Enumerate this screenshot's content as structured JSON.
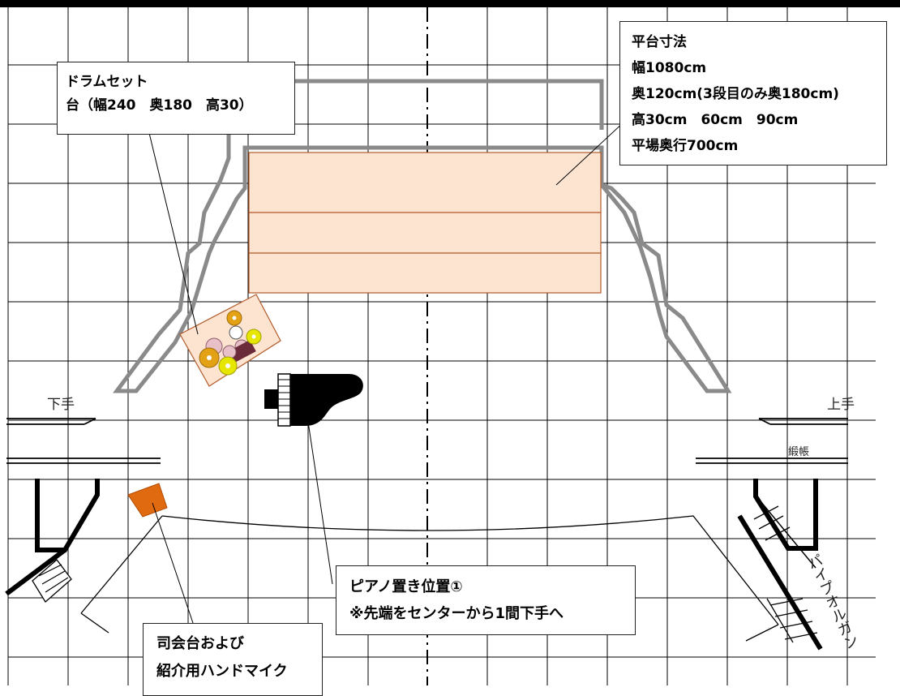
{
  "callouts": {
    "drum": {
      "title": "ドラムセット",
      "detail": "台（幅240　奥180　高30）"
    },
    "platform": {
      "title": "平台寸法",
      "width": "幅1080cm",
      "depth": "奥120cm(3段目のみ奥180cm)",
      "height": "高30cm　60cm　90cm",
      "floor": "平場奥行700cm"
    },
    "piano": {
      "title": "ピアノ置き位置①",
      "note": "※先端をセンターから1間下手へ"
    },
    "podium": {
      "line1": "司会台および",
      "line2": "紹介用ハンドマイク"
    }
  },
  "labels": {
    "stage_left": "下手",
    "stage_right": "上手",
    "curtain": "緞帳",
    "organ": "パイプオルガン"
  },
  "colors": {
    "platform_fill": "#fde4d0",
    "platform_edge": "#b25a2a",
    "riser_outline": "#8a8a8a",
    "podium": "#e06a10",
    "cymbal": "#e3a116",
    "cymbal_bright": "#e6e600",
    "drum_pink": "#e8c0c8",
    "drum_dark": "#6a2a3a",
    "grid": "#000000"
  }
}
